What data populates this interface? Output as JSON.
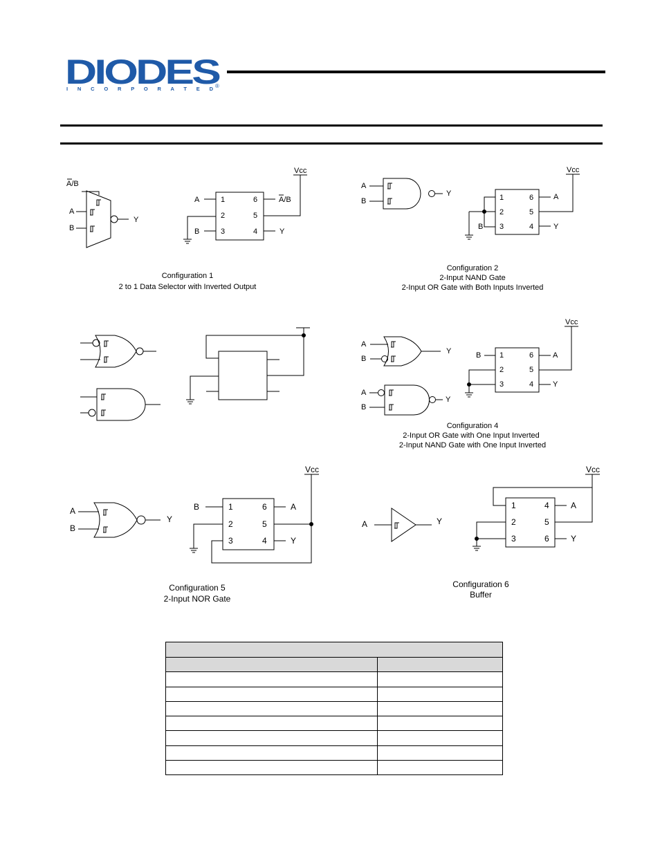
{
  "brand": {
    "logo_text": "DIODES",
    "logo_subtext": "I N C O R P O R A T E D",
    "registered": "®",
    "colors": {
      "brand_blue": "#1f5aa8",
      "line": "#000000"
    }
  },
  "configurations": [
    {
      "caption": [
        "Configuration 1",
        "2 to 1 Data Selector with Inverted Output"
      ],
      "gate_inputs": [
        "A/B",
        "A",
        "B"
      ],
      "gate_output": "Y",
      "pins_left": [
        "1",
        "2",
        "3"
      ],
      "pins_right": [
        "6",
        "5",
        "4"
      ],
      "pin_labels": {
        "left1": "A",
        "left3": "B",
        "right6": "A/B",
        "right4": "Y"
      },
      "vcc": "Vcc"
    },
    {
      "caption": [
        "Configuration 2",
        "2-Input NAND Gate",
        "2-Input OR Gate with Both Inputs Inverted"
      ],
      "gate_inputs": [
        "A",
        "B"
      ],
      "gate_output": "Y",
      "pins_left": [
        "1",
        "2",
        "3"
      ],
      "pins_right": [
        "6",
        "5",
        "4"
      ],
      "pin_labels": {
        "left3": "B",
        "right6": "A",
        "right4": "Y"
      },
      "vcc": "Vcc"
    },
    {
      "caption": [],
      "note": "unlabeled configuration"
    },
    {
      "caption": [
        "Configuration 4",
        "2-Input OR Gate with One Input Inverted",
        "2-Input NAND Gate with One Input Inverted"
      ],
      "gate_inputs": [
        "A",
        "B",
        "A",
        "B"
      ],
      "gate_output": "Y",
      "pins_left": [
        "1",
        "2",
        "3"
      ],
      "pins_right": [
        "6",
        "5",
        "4"
      ],
      "pin_labels": {
        "left1": "B",
        "right6": "A",
        "right4": "Y"
      },
      "vcc": "Vcc"
    },
    {
      "caption": [
        "Configuration 5",
        "2-Input NOR Gate"
      ],
      "gate_inputs": [
        "A",
        "B"
      ],
      "gate_output": "Y",
      "pins_left": [
        "1",
        "2",
        "3"
      ],
      "pins_right": [
        "6",
        "5",
        "4"
      ],
      "pin_labels": {
        "left1": "B",
        "right6": "A",
        "right4": "Y"
      },
      "vcc": "Vcc"
    },
    {
      "caption": [
        "Configuration 6",
        "Buffer"
      ],
      "gate_inputs": [
        "A"
      ],
      "gate_output": "Y",
      "pins_left": [
        "1",
        "2",
        "3"
      ],
      "pins_right": [
        "4",
        "5",
        "6"
      ],
      "pin_labels": {
        "right4": "A",
        "right6": "Y"
      },
      "vcc": "Vcc"
    }
  ]
}
